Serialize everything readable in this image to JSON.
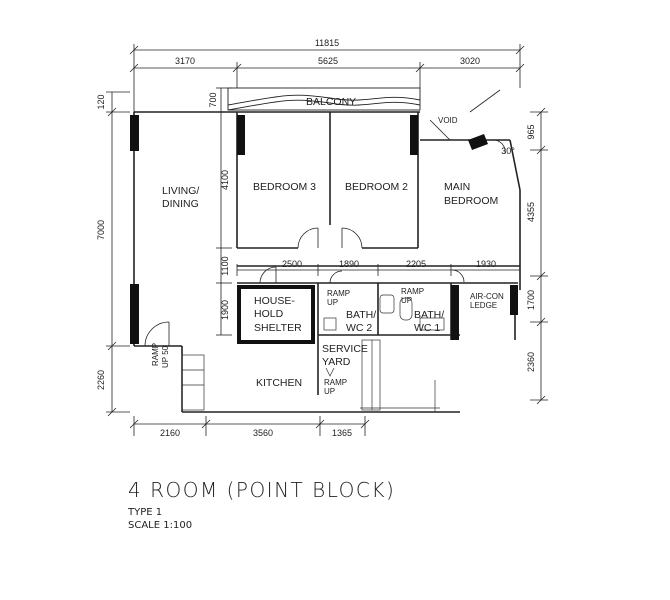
{
  "dimensions": {
    "overall_width": "11815",
    "top_segments": [
      "3170",
      "5625",
      "3020"
    ],
    "balcony_depth": "700",
    "top_offset": "120",
    "left_living": "7000",
    "left_kitchen": "2260",
    "bed_height": "4100",
    "corridor_height": "1100",
    "shelter_height": "1900",
    "mid_segments": [
      "2500",
      "1890",
      "2205",
      "1930"
    ],
    "right_void": "965",
    "right_main": "4355",
    "right_ledge": "1700",
    "right_bottom": "2360",
    "angle": "30°",
    "bottom_segments": [
      "2160",
      "3560",
      "1365"
    ]
  },
  "rooms": {
    "balcony": "BALCONY",
    "void": "VOID",
    "living_line1": "LIVING/",
    "living_line2": "DINING",
    "bedroom3": "BEDROOM 3",
    "bedroom2": "BEDROOM 2",
    "main_bed_line1": "MAIN",
    "main_bed_line2": "BEDROOM",
    "shelter_line1": "HOUSE-",
    "shelter_line2": "HOLD",
    "shelter_line3": "SHELTER",
    "bath2_line1": "BATH/",
    "bath2_line2": "WC 2",
    "bath1_line1": "BATH/",
    "bath1_line2": "WC 1",
    "aircon_line1": "AIR-CON",
    "aircon_line2": "LEDGE",
    "service_line1": "SERVICE",
    "service_line2": "YARD",
    "kitchen": "KITCHEN",
    "ramp_up": "RAMP",
    "ramp_up2": "UP",
    "ramp_left": "RAMP",
    "ramp_left2": "UP 50"
  },
  "title": {
    "main": "4 ROOM (POINT BLOCK)",
    "type": "TYPE 1",
    "scale": "SCALE 1:100"
  }
}
